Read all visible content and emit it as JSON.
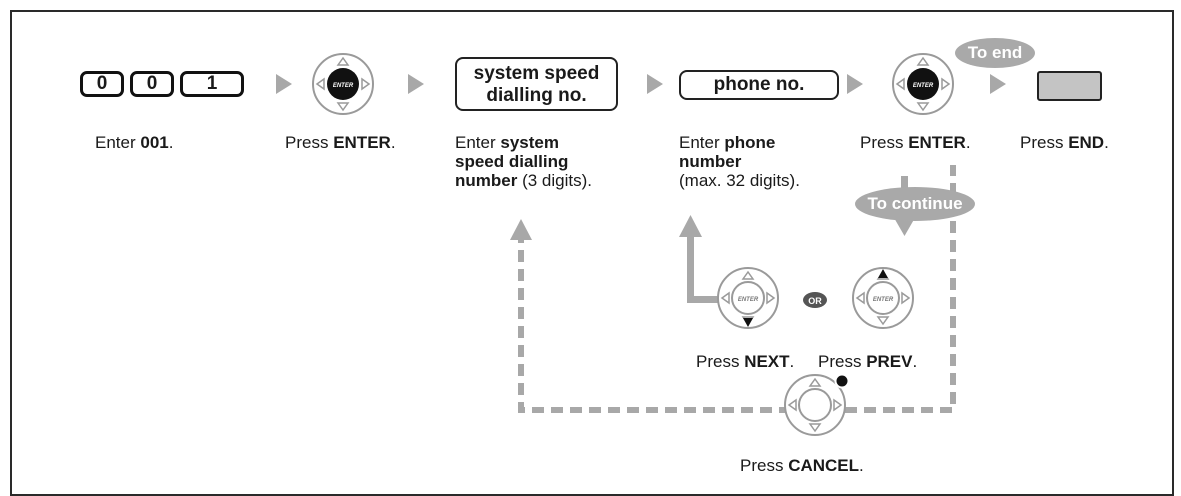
{
  "keys": [
    "0",
    "0",
    "1"
  ],
  "boxes": {
    "speed_dial_line1": "system speed",
    "speed_dial_line2": "dialling no.",
    "phone_no": "phone no."
  },
  "badges": {
    "to_end": "To end",
    "to_continue": "To continue",
    "or": "OR"
  },
  "button_glyph": "ENTER",
  "steps": {
    "s1": {
      "pre": "Enter ",
      "bold": "001",
      "post": "."
    },
    "s2": {
      "pre": "Press ",
      "bold": "ENTER",
      "post": "."
    },
    "s3": {
      "l1pre": "Enter ",
      "l1bold": "system",
      "l2bold": "speed dialling",
      "l3bold": "number",
      "l3post": " (3 digits)."
    },
    "s4": {
      "l1pre": "Enter ",
      "l1bold": "phone",
      "l2bold": "number",
      "l3": "(max. 32 digits)."
    },
    "s5": {
      "pre": "Press ",
      "bold": "ENTER",
      "post": "."
    },
    "s6": {
      "pre": "Press ",
      "bold": "END",
      "post": "."
    },
    "next": {
      "pre": "Press ",
      "bold": "NEXT",
      "post": "."
    },
    "prev": {
      "pre": "Press ",
      "bold": "PREV",
      "post": "."
    },
    "cancel": {
      "pre": "Press ",
      "bold": "CANCEL",
      "post": "."
    }
  },
  "colors": {
    "arrow_gray": "#a8a8a8",
    "pill_gray": "#a9a9a9",
    "dark": "#111111"
  }
}
